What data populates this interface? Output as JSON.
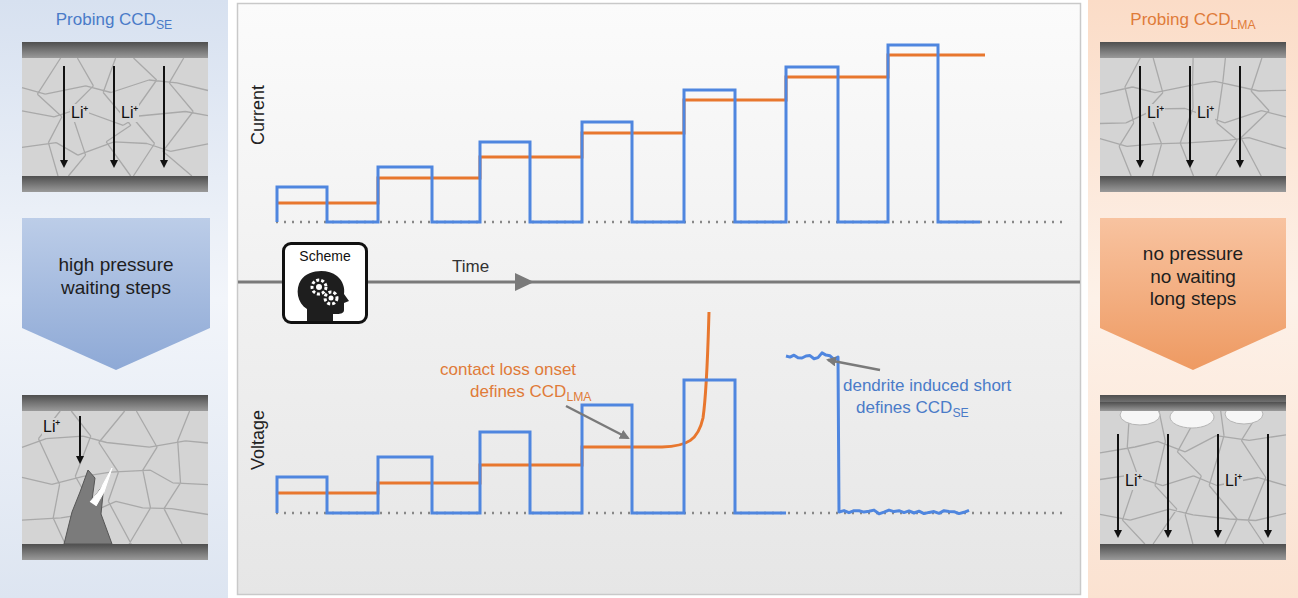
{
  "diagram": {
    "nodes": [
      {
        "text": [
          "Probing CCD",
          "SE"
        ]
      },
      {
        "text": [
          "high pressure waiting steps"
        ],
        "in": 0
      },
      {
        "text": [
          "Scheme"
        ]
      },
      {
        "text": [
          "Probing CCD",
          "LMA"
        ]
      },
      {
        "text": [
          "no pressure no waiting long steps"
        ],
        "in": 3
      }
    ],
    "labels": [
      "Current",
      "Voltage",
      "Time",
      "contact loss onset",
      "defines CCD",
      "LMA",
      "dendrite induced short",
      "defines CCD",
      "SE",
      "Li⁺",
      "Li⁺",
      "Li⁺",
      "Li⁺",
      "Li⁺",
      "Li⁺",
      "Li⁺"
    ]
  }
}
